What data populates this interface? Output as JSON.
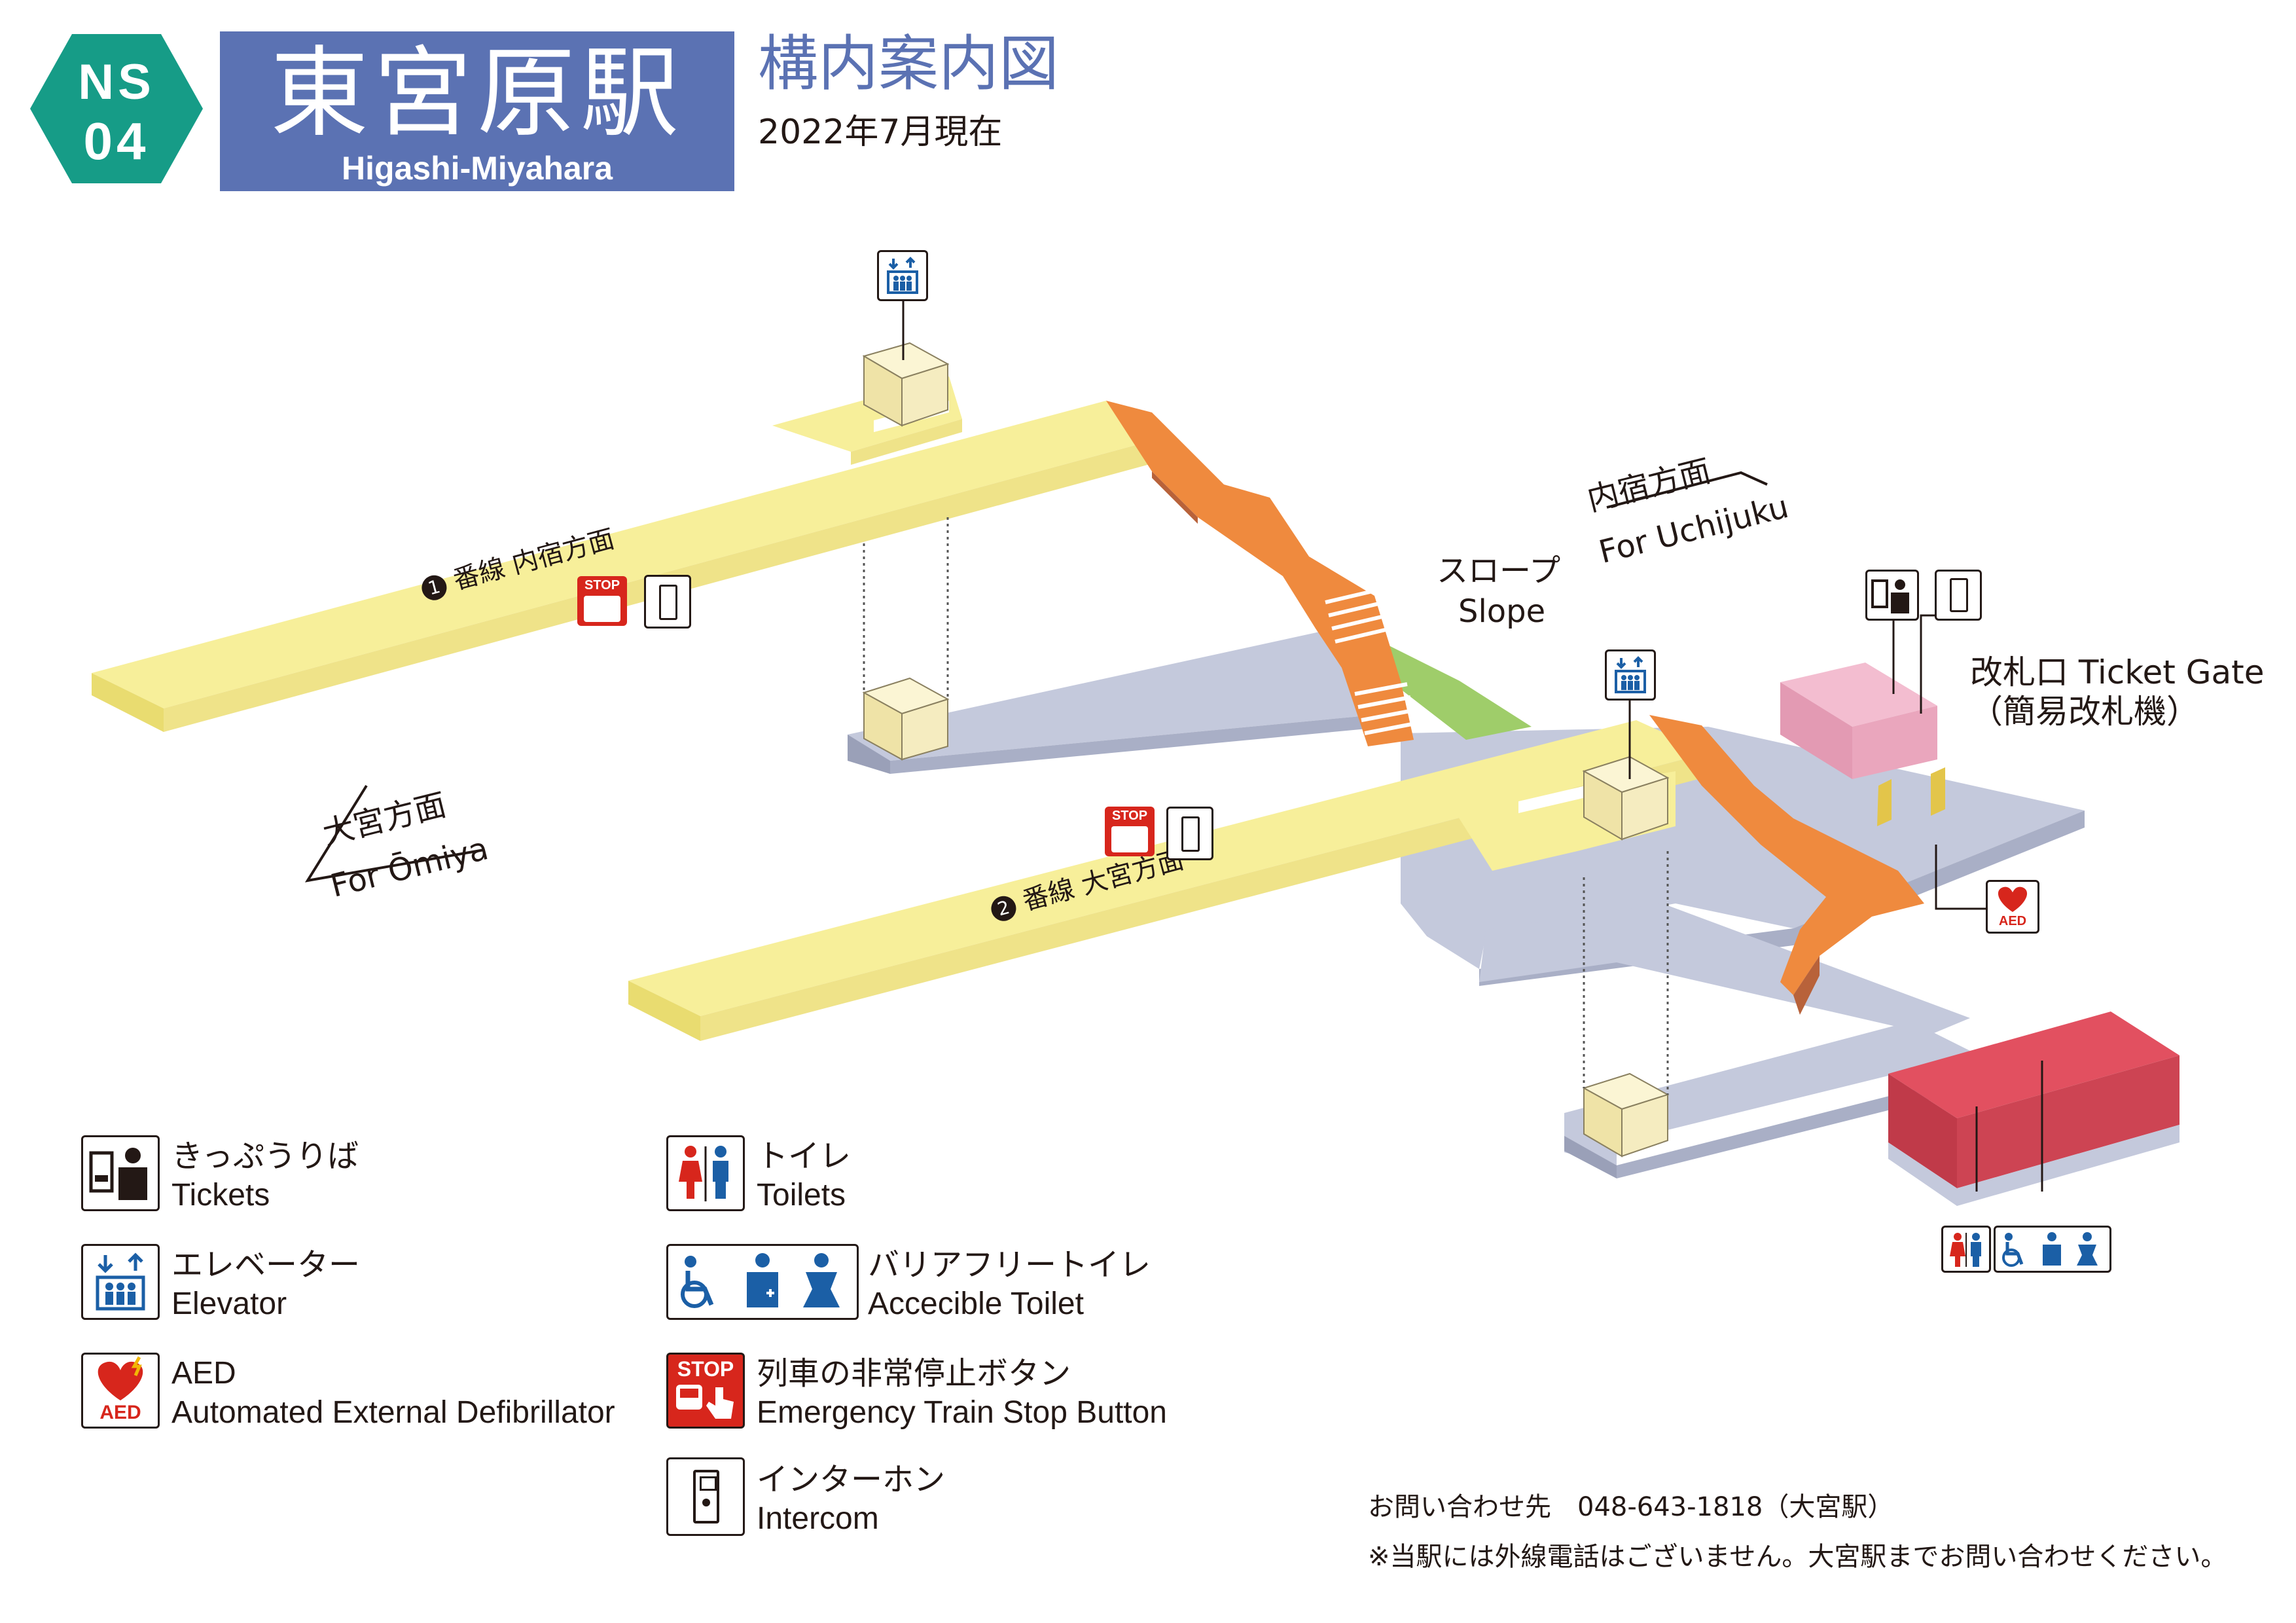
{
  "header": {
    "line_code_top": "NS",
    "line_code_bottom": "04",
    "station_name_ja": "東宮原駅",
    "station_name_en": "Higashi-Miyahara",
    "map_title": "構内案内図",
    "as_of": "2022年7月現在"
  },
  "directions": {
    "uchijuku_ja": "内宿方面",
    "uchijuku_en": "For Uchijuku",
    "omiya_ja": "大宮方面",
    "omiya_en": "For Ōmiya"
  },
  "platforms": {
    "track1_label": "番線 内宿方面",
    "track1_number": "1",
    "track2_label": "番線 大宮方面",
    "track2_number": "2"
  },
  "labels": {
    "slope_ja": "スロープ",
    "slope_en": "Slope",
    "ticket_gate": "改札口 Ticket Gate",
    "ticket_gate_note": "（簡易改札機）"
  },
  "legend": [
    {
      "icon": "ticket-icon",
      "ja": "きっぷうりば",
      "en": "Tickets"
    },
    {
      "icon": "elevator-icon",
      "ja": "エレベーター",
      "en": "Elevator"
    },
    {
      "icon": "aed-icon",
      "ja": "AED",
      "en": "Automated External Defibrillator"
    },
    {
      "icon": "toilet-icon",
      "ja": "トイレ",
      "en": "Toilets"
    },
    {
      "icon": "accessible-toilet-icon",
      "ja": "バリアフリートイレ",
      "en": "Accecible Toilet"
    },
    {
      "icon": "emergency-stop-icon",
      "ja": "列車の非常停止ボタン",
      "en": "Emergency Train Stop Button"
    },
    {
      "icon": "intercom-icon",
      "ja": "インターホン",
      "en": "Intercom"
    }
  ],
  "icon_text": {
    "stop": "STOP",
    "aed": "AED"
  },
  "footer": {
    "contact": "お問い合わせ先　048-643-1818（大宮駅）",
    "note": "※当駅には外線電話はございません。大宮駅までお問い合わせください。"
  },
  "colors": {
    "header_blue": "#5b72b3",
    "line_green": "#169c87",
    "platform_yellow": "#f7ef9a",
    "concourse_gray": "#c4c9dc",
    "stairs_orange": "#ef8a3e",
    "gate_pink": "#eaa6bd",
    "toilet_red": "#d8434f",
    "slope_green": "#9fcd6a"
  }
}
